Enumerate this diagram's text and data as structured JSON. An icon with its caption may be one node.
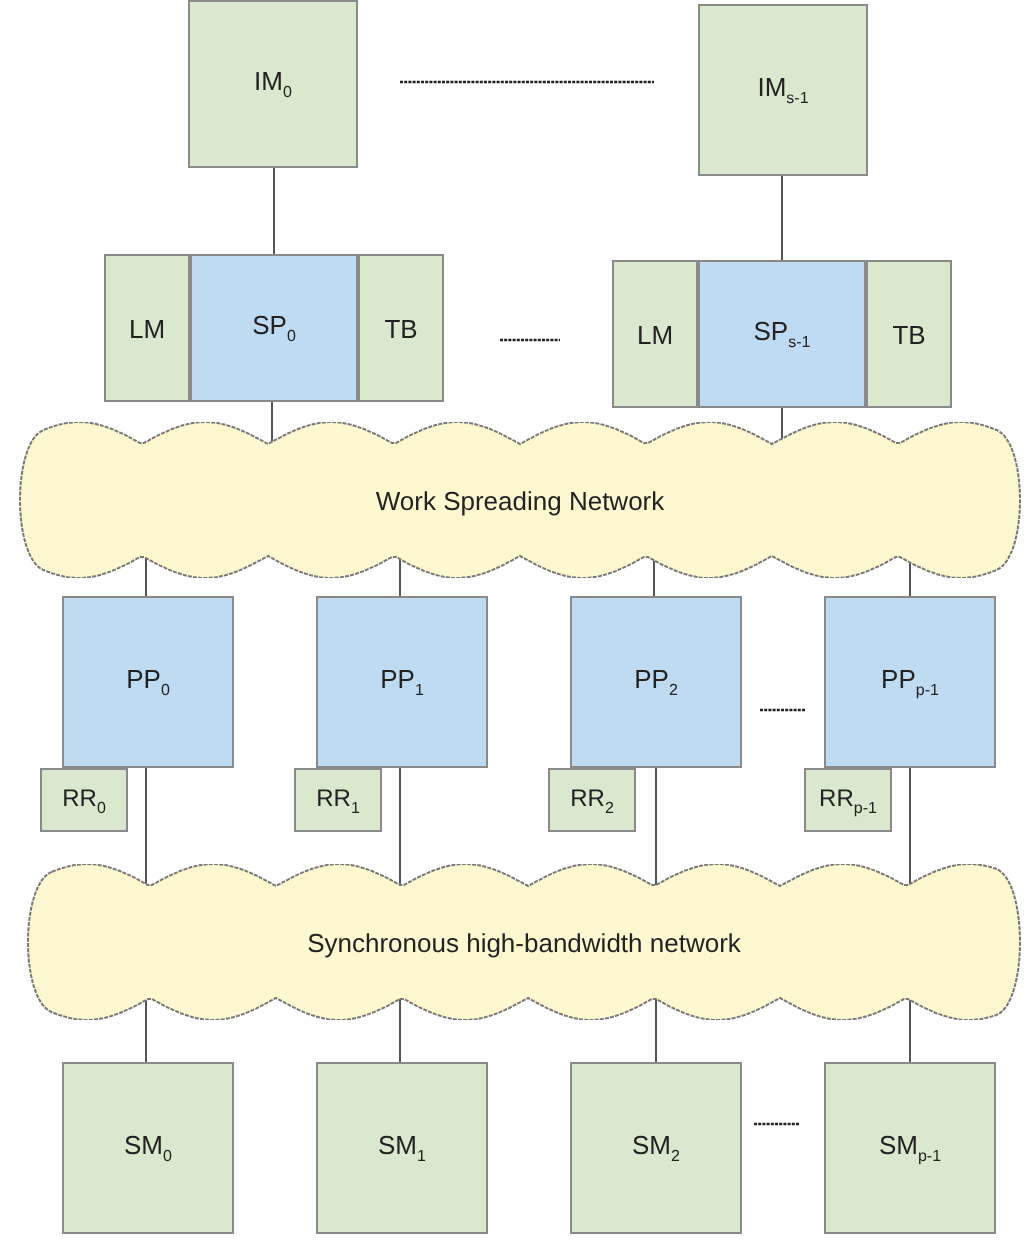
{
  "diagram": {
    "nodes": [
      {
        "text": [
          "IM$_{0}$"
        ]
      },
      {
        "text": [
          "IM$_{s-1}$"
        ]
      },
      {
        "text": [
          "LM"
        ]
      },
      {
        "text": [
          "SP$_{0}$"
        ]
      },
      {
        "text": [
          "TB"
        ]
      },
      {
        "text": [
          "LM"
        ]
      },
      {
        "text": [
          "SP$_{s-1}$"
        ]
      },
      {
        "text": [
          "TB"
        ]
      },
      {
        "text": [
          "Work Spreading Network"
        ]
      },
      {
        "text": [
          "PP$_{0}$"
        ]
      },
      {
        "text": [
          "RR$_{0}$"
        ]
      },
      {
        "text": [
          "PP$_{1}$"
        ]
      },
      {
        "text": [
          "RR$_{1}$"
        ]
      },
      {
        "text": [
          "PP$_{2}$"
        ]
      },
      {
        "text": [
          "RR$_{2}$"
        ]
      },
      {
        "text": [
          "PP$_{p-1}$"
        ]
      },
      {
        "text": [
          "RR$_{p-1}$"
        ]
      },
      {
        "text": [
          "Synchronous high-bandwidth network"
        ]
      },
      {
        "text": [
          "SM$_{0}$"
        ]
      },
      {
        "text": [
          "SM$_{1}$"
        ]
      },
      {
        "text": [
          "SM$_{2}$"
        ]
      },
      {
        "text": [
          "SM$_{p-1}$"
        ]
      }
    ],
    "edges": [
      {
        "from": 0,
        "to": 3,
        "arrow": "none"
      },
      {
        "from": 1,
        "to": 6,
        "arrow": "none"
      },
      {
        "from": 3,
        "to": 8,
        "arrow": "none"
      },
      {
        "from": 6,
        "to": 8,
        "arrow": "none"
      },
      {
        "from": 8,
        "to": 9,
        "arrow": "none"
      },
      {
        "from": 8,
        "to": 11,
        "arrow": "none"
      },
      {
        "from": 8,
        "to": 13,
        "arrow": "none"
      },
      {
        "from": 8,
        "to": 15,
        "arrow": "none"
      },
      {
        "from": 9,
        "to": 17,
        "arrow": "none"
      },
      {
        "from": 11,
        "to": 17,
        "arrow": "none"
      },
      {
        "from": 13,
        "to": 17,
        "arrow": "none"
      },
      {
        "from": 15,
        "to": 17,
        "arrow": "none"
      },
      {
        "from": 17,
        "to": 18,
        "arrow": "none"
      },
      {
        "from": 17,
        "to": 19,
        "arrow": "none"
      },
      {
        "from": 17,
        "to": 20,
        "arrow": "none"
      },
      {
        "from": 17,
        "to": 21,
        "arrow": "none"
      }
    ]
  }
}
